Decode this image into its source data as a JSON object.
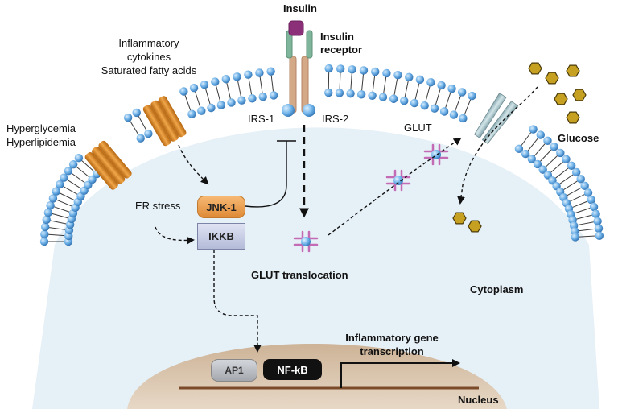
{
  "labels": {
    "insulin": "Insulin",
    "insulin_receptor_line1": "Insulin",
    "insulin_receptor_line2": "receptor",
    "inflammatory_line1": "Inflammatory",
    "inflammatory_line2": "cytokines",
    "inflammatory_line3": "Saturated  fatty acids",
    "hyperglycemia": "Hyperglycemia",
    "hyperlipidemia": "Hyperlipidemia",
    "irs1": "IRS-1",
    "irs2": "IRS-2",
    "glut": "GLUT",
    "glucose": "Glucose",
    "er_stress": "ER stress",
    "jnk1": "JNK-1",
    "ikkb": "IKKB",
    "glut_translocation": "GLUT translocation",
    "cytoplasm": "Cytoplasm",
    "inflammatory_gene_line1": "Inflammatory gene",
    "inflammatory_gene_line2": "transcription",
    "ap1": "AP1",
    "nfkb": "NF-kB",
    "nucleus": "Nucleus"
  },
  "colors": {
    "membrane_head": "#5ea2df",
    "cytoplasm_fill": "#e6f0f7",
    "nucleus_fill": "#d6c2aa",
    "channel": "#d98a2a",
    "receptor_green": "#7fb59b",
    "receptor_purple": "#8b2f79",
    "receptor_tan": "#d4a988",
    "glut": "#c46bb6",
    "glucose": "#c6a020",
    "dna": "#7a4a2a"
  }
}
